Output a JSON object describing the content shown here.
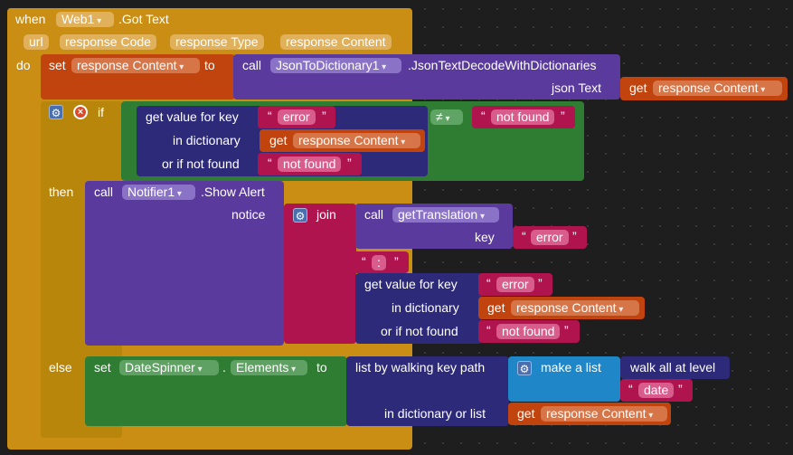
{
  "event": {
    "when_label": "when",
    "component": "Web1",
    "event_name": ".Got Text",
    "params": [
      "url",
      "response Code",
      "response Type",
      "response Content"
    ],
    "do_label": "do"
  },
  "set_response": {
    "set_label": "set",
    "var": "response Content",
    "to_label": "to"
  },
  "json_call": {
    "call_label": "call",
    "component": "JsonToDictionary1",
    "method": ".JsonTextDecodeWithDictionaries",
    "arg_label": "json Text",
    "get_label": "get",
    "get_var": "response Content"
  },
  "if_block": {
    "if_label": "if",
    "then_label": "then",
    "else_label": "else",
    "compare_op": "≠"
  },
  "lookup1": {
    "label": "get value for key",
    "key": "error",
    "in_dict_label": "in dictionary",
    "get_label": "get",
    "get_var": "response Content",
    "or_if_label": "or if not found",
    "not_found": "not found",
    "compare_text": "not found"
  },
  "alert": {
    "call_label": "call",
    "component": "Notifier1",
    "method": ".Show Alert",
    "notice_label": "notice",
    "join_label": "join"
  },
  "translation": {
    "call_label": "call",
    "component": "getTranslation",
    "key_label": "key",
    "key_value": "error",
    "sep": ":"
  },
  "lookup2": {
    "label": "get value for key",
    "key": "error",
    "in_dict_label": "in dictionary",
    "get_label": "get",
    "get_var": "response Content",
    "or_if_label": "or if not found",
    "not_found": "not found"
  },
  "else_set": {
    "set_label": "set",
    "component": "DateSpinner",
    "dot": ".",
    "prop": "Elements",
    "to_label": "to",
    "walk_label": "list by walking key path",
    "make_list_label": "make a list",
    "walk_all": "walk all at level",
    "date": "date",
    "in_dict_label": "in dictionary or list",
    "get_label": "get",
    "get_var": "response Content"
  },
  "colors": {
    "event": "#c98e13",
    "set": "#c1440e",
    "dict": "#2e2a7a",
    "text": "#b0144f",
    "notifier": "#5a3a9c",
    "list": "#1f86c8",
    "spinner": "#2f7d32"
  }
}
